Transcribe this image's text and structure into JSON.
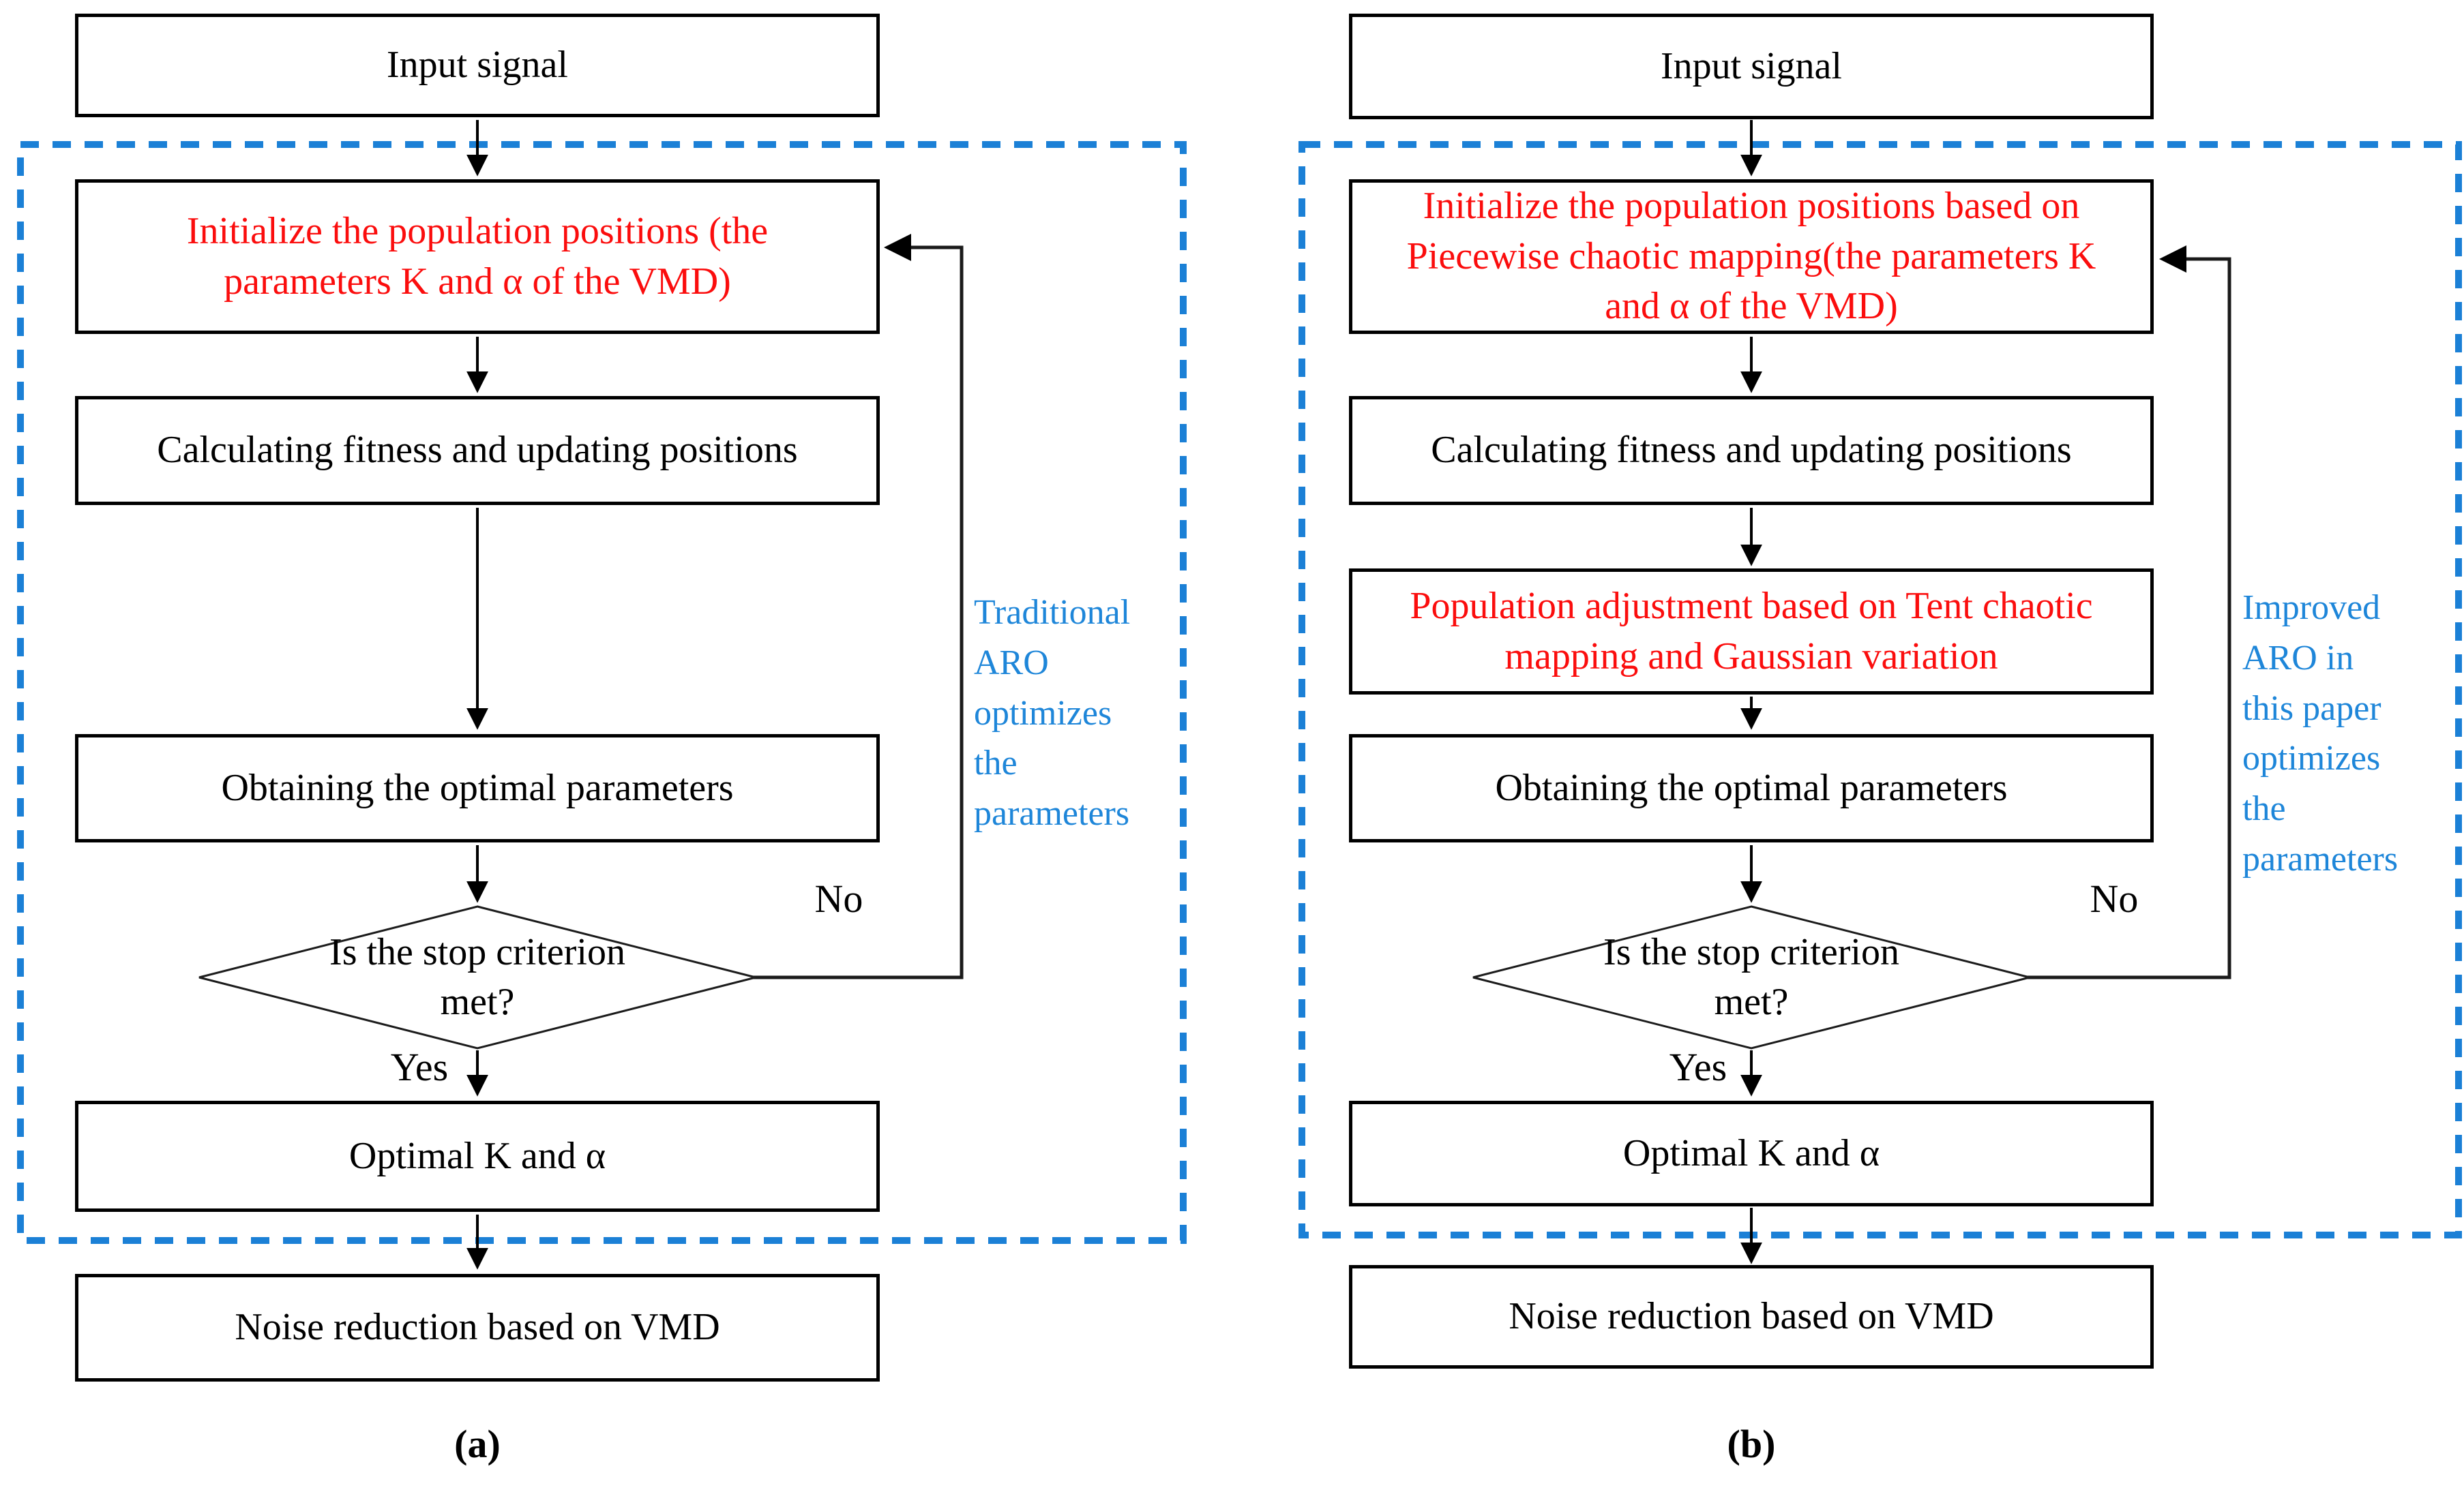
{
  "colors": {
    "dashed_border": "#1b80d6",
    "note_text": "#1e86d9",
    "highlight_text": "#fb0d0d",
    "box_border": "#000000"
  },
  "charts": {
    "a": {
      "caption": "(a)",
      "boxes": {
        "input": "Input signal",
        "init": "Initialize the population positions (the parameters K and α of the VMD)",
        "calc": "Calculating fitness and updating positions",
        "obtain": "Obtaining the optimal parameters",
        "optimal": "Optimal K and α",
        "noise": "Noise reduction based on VMD"
      },
      "decision": "Is the stop criterion met?",
      "edge_labels": {
        "no": "No",
        "yes": "Yes"
      },
      "side_note_lines": [
        "Traditional",
        "ARO",
        "optimizes",
        "the",
        "parameters"
      ]
    },
    "b": {
      "caption": "(b)",
      "boxes": {
        "input": "Input signal",
        "init": "Initialize the population positions based on Piecewise chaotic mapping(the parameters K and α of the VMD)",
        "calc": "Calculating fitness and updating positions",
        "adjust": "Population adjustment based on Tent chaotic mapping and Gaussian variation",
        "obtain": "Obtaining the optimal parameters",
        "optimal": "Optimal K and α",
        "noise": "Noise reduction based on VMD"
      },
      "decision": "Is the stop criterion met?",
      "edge_labels": {
        "no": "No",
        "yes": "Yes"
      },
      "side_note_lines": [
        "Improved",
        "ARO in",
        "this paper",
        "optimizes",
        "the",
        "parameters"
      ]
    }
  }
}
